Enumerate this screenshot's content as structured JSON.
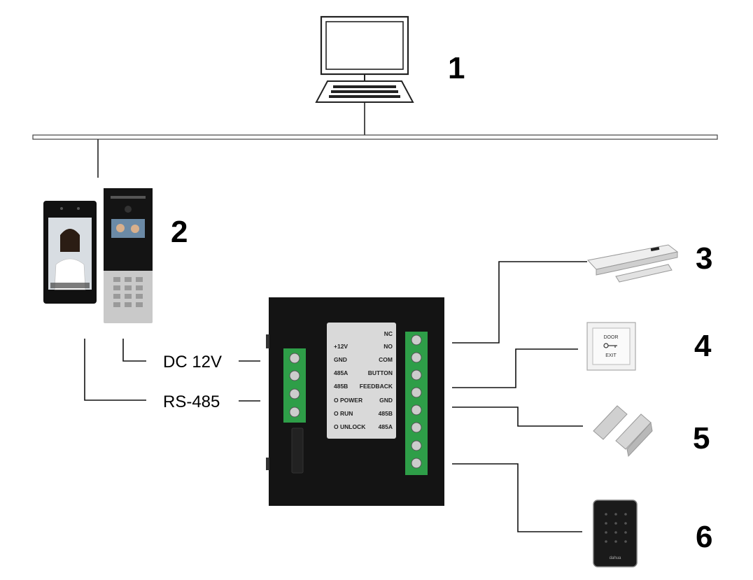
{
  "callouts": {
    "computer": "1",
    "intercom": "2",
    "magnetic_lock": "3",
    "exit_button": "4",
    "door_sensor": "5",
    "card_reader": "6"
  },
  "wire_labels": {
    "power": "DC 12V",
    "bus": "RS-485"
  },
  "module_label": {
    "left": [
      "+12V",
      "GND",
      "485A",
      "485B",
      "O POWER",
      "O RUN",
      "O UNLOCK"
    ],
    "right": [
      "NC",
      "NO",
      "COM",
      "BUTTON",
      "FEEDBACK",
      "GND",
      "485B",
      "485A"
    ]
  },
  "exit_button_text": {
    "top": "DOOR",
    "bottom": "EXIT"
  },
  "brand_text": "dahua",
  "colors": {
    "module_body": "#141414",
    "terminal_green": "#2e9e48",
    "label_panel": "#d9d9d9",
    "line": "#111111"
  }
}
